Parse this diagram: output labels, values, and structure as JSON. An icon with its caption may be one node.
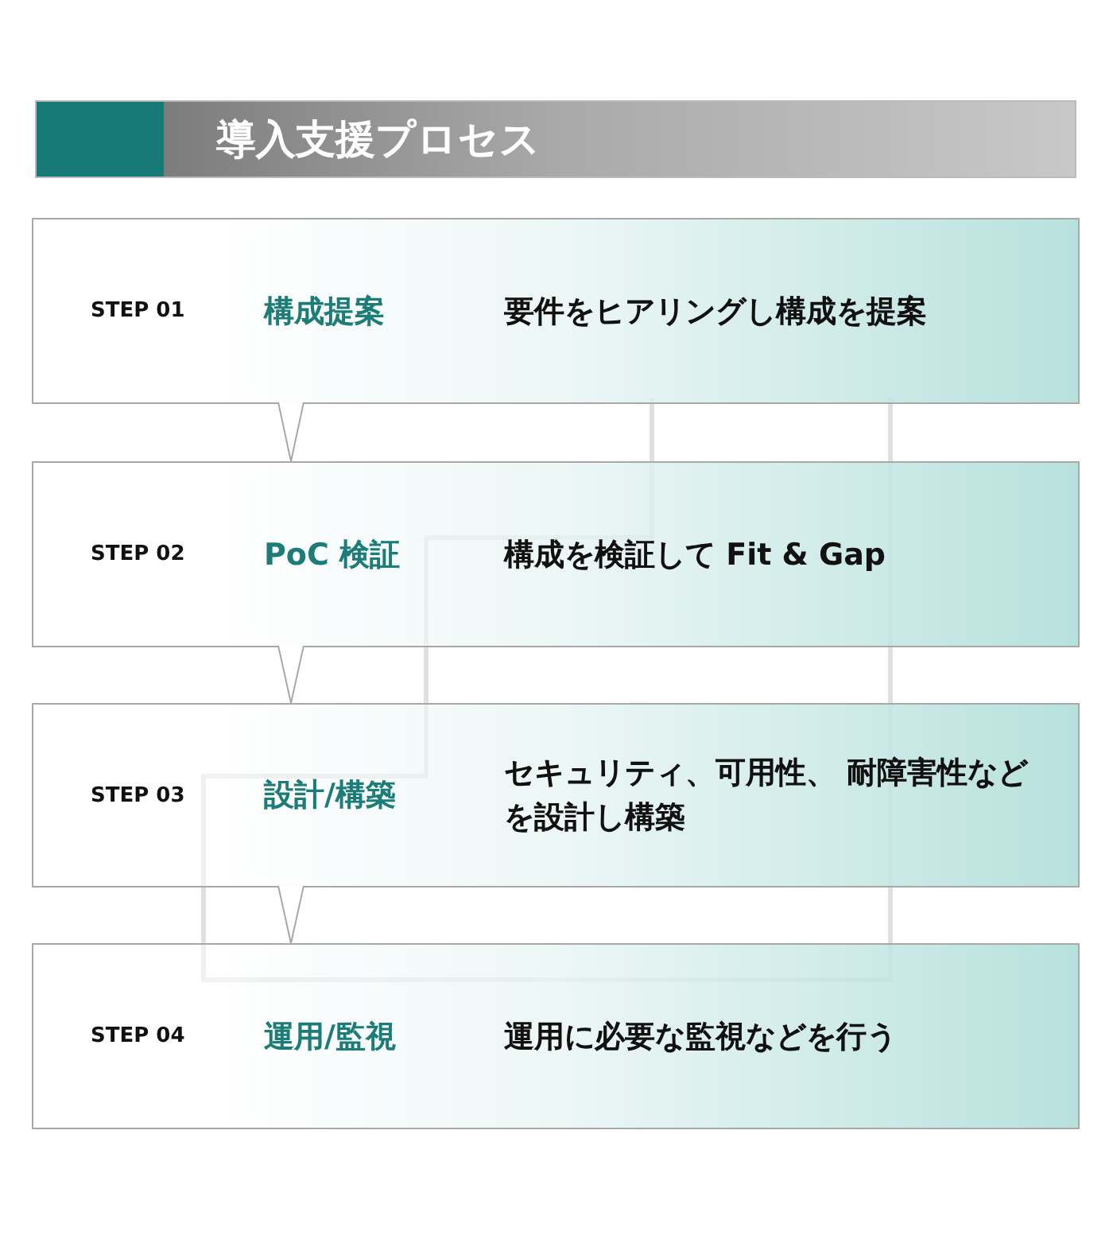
{
  "diagram": {
    "title": "導入支援プロセス",
    "nodes": [
      {
        "text": [
          "STEP 01",
          "構成提案",
          "要件をヒアリングし構成を提案"
        ]
      },
      {
        "text": [
          "STEP 02",
          "PoC 検証",
          "構成を検証して Fit & Gap"
        ]
      },
      {
        "text": [
          "STEP 03",
          "設計/構築",
          "セキュリティ、可用性、 耐障害性などを設計し構築"
        ]
      },
      {
        "text": [
          "STEP 04",
          "運用/監視",
          "運用に必要な監視などを行う"
        ]
      }
    ],
    "edges": [
      {
        "from": 0,
        "to": 1,
        "arrow": "to"
      },
      {
        "from": 1,
        "to": 2,
        "arrow": "to"
      },
      {
        "from": 2,
        "to": 3,
        "arrow": "to"
      }
    ]
  }
}
